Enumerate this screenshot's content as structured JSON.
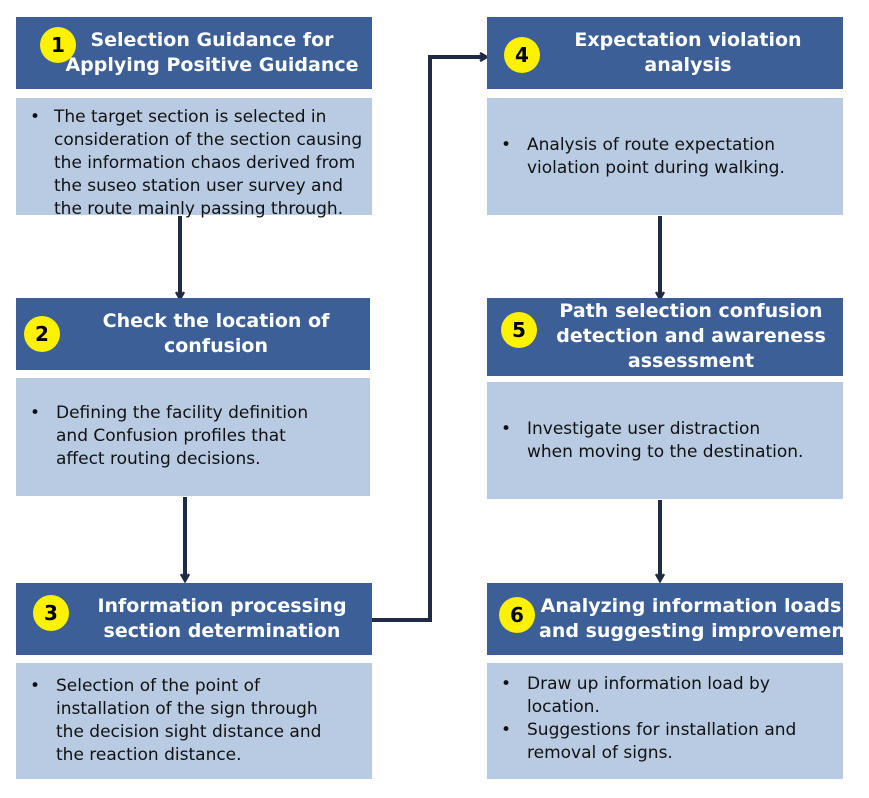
{
  "colors": {
    "header_bg": "#3b5f96",
    "body_bg": "#b8cbe3",
    "badge_bg": "#fff200",
    "arrow": "#1f2a44"
  },
  "steps": [
    {
      "number": "1",
      "title": "Selection Guidance for\nApplying Positive Guidance",
      "bullets": [
        "The target section is selected in\nconsideration of the section causing\nthe information chaos derived from\nthe suseo station user survey and\nthe route mainly passing through."
      ]
    },
    {
      "number": "2",
      "title": "Check the location of\nconfusion",
      "bullets": [
        "Defining the facility definition\nand Confusion profiles that\naffect routing decisions."
      ]
    },
    {
      "number": "3",
      "title": "Information processing\nsection determination",
      "bullets": [
        "Selection of the point of\ninstallation of the sign through\nthe decision sight distance and\nthe reaction distance."
      ]
    },
    {
      "number": "4",
      "title": "Expectation violation\nanalysis",
      "bullets": [
        "Analysis of route expectation\nviolation point during walking."
      ]
    },
    {
      "number": "5",
      "title": "Path selection confusion\ndetection and awareness\nassessment",
      "bullets": [
        "Investigate user distraction\nwhen moving to the destination."
      ]
    },
    {
      "number": "6",
      "title": "Analyzing information loads\nand suggesting improvements",
      "bullets": [
        "Draw up information load by\nlocation.",
        "Suggestions for installation and\nremoval of signs."
      ]
    }
  ]
}
